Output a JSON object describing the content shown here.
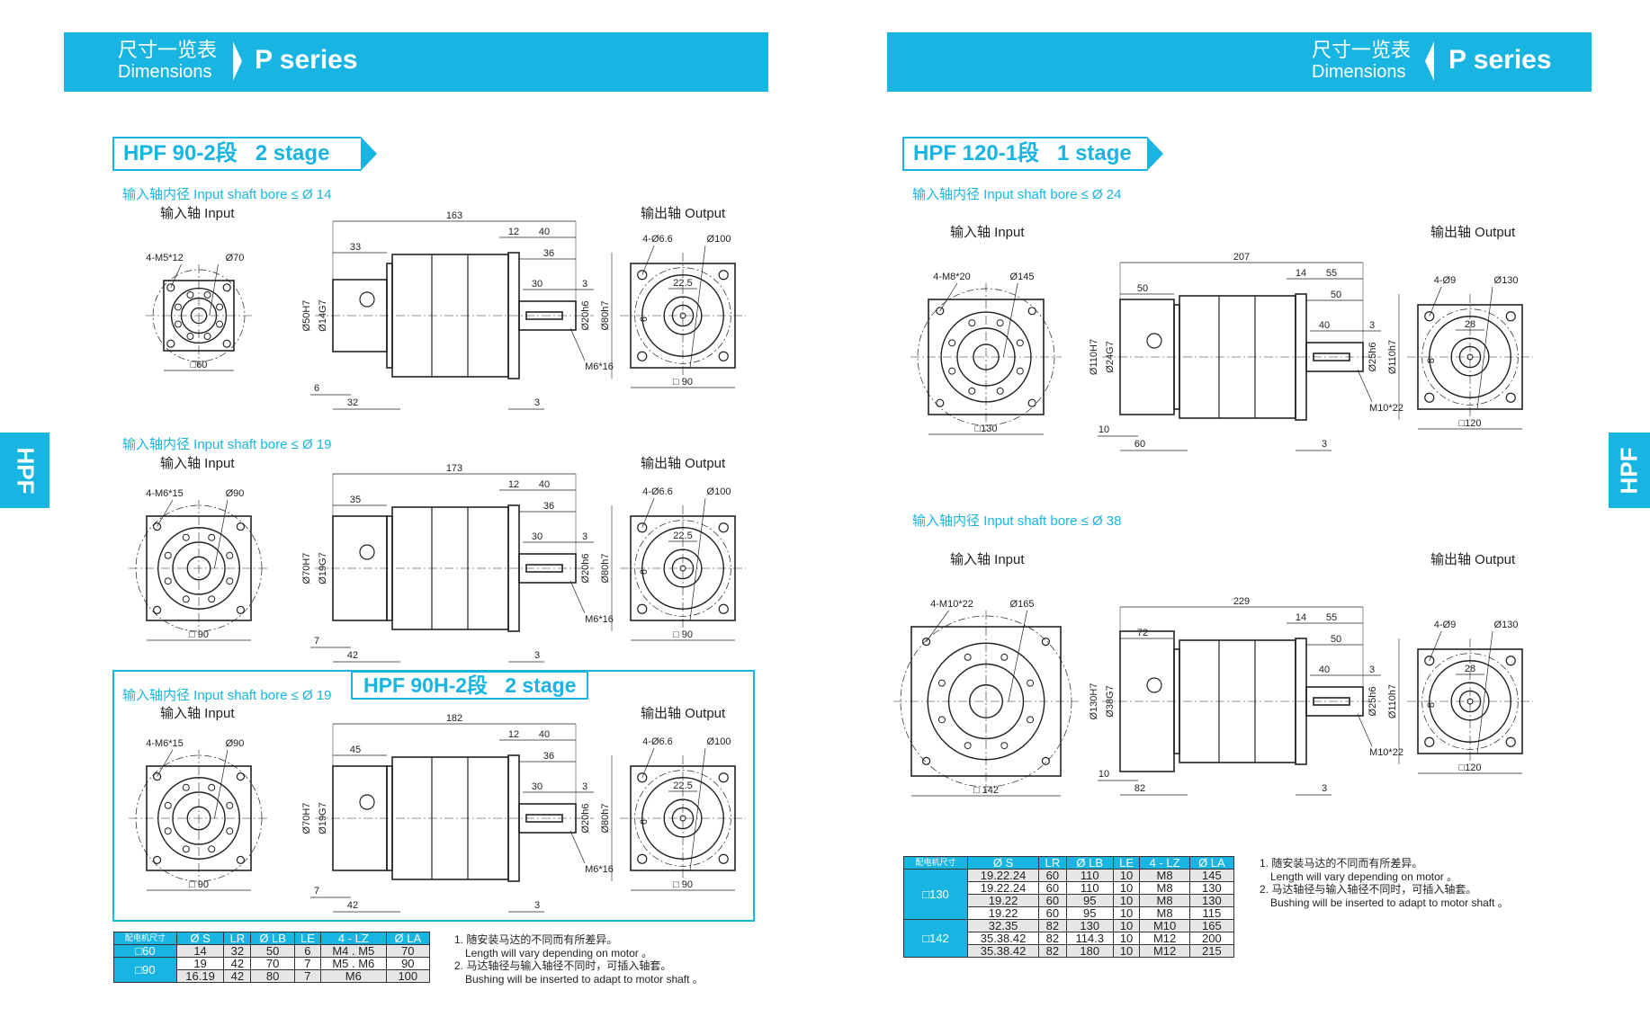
{
  "header": {
    "cn": "尺寸一览表",
    "en": "Dimensions",
    "series": "P series"
  },
  "side_tab": "HPF",
  "accent": "#19b5e2",
  "left": {
    "stage_title": "HPF 90-2段   2 stage",
    "sections": [
      {
        "bore": "输入轴内径 Input shaft bore ≤ Ø 14",
        "input": "输入轴  Input",
        "output": "输出轴  Output",
        "in": [
          "4-M5*12",
          "Ø70",
          "□60"
        ],
        "side": [
          "163",
          "33",
          "12",
          "40",
          "36",
          "30",
          "3",
          "6",
          "32",
          "3",
          "Ø50H7",
          "Ø14G7",
          "Ø20h6",
          "Ø80h7",
          "M6*16"
        ],
        "out": [
          "4-Ø6.6",
          "Ø100",
          "22.5",
          "6",
          "□ 90"
        ]
      },
      {
        "bore": "输入轴内径 Input shaft bore ≤ Ø 19",
        "input": "输入轴  Input",
        "output": "输出轴  Output",
        "in": [
          "4-M6*15",
          "Ø90",
          "□ 90"
        ],
        "side": [
          "173",
          "35",
          "12",
          "40",
          "36",
          "30",
          "3",
          "7",
          "42",
          "3",
          "Ø70H7",
          "Ø19G7",
          "Ø20h6",
          "Ø80h7",
          "M6*16"
        ],
        "out": [
          "4-Ø6.6",
          "Ø100",
          "22.5",
          "6",
          "□ 90"
        ]
      },
      {
        "stage_title": "HPF 90H-2段   2 stage",
        "bore": "输入轴内径 Input shaft bore ≤ Ø 19",
        "input": "输入轴  Input",
        "output": "输出轴  Output",
        "in": [
          "4-M6*15",
          "Ø90",
          "□ 90"
        ],
        "side": [
          "182",
          "45",
          "12",
          "40",
          "36",
          "30",
          "3",
          "7",
          "42",
          "3",
          "Ø70H7",
          "Ø19G7",
          "Ø20h6",
          "Ø80h7",
          "M6*16"
        ],
        "out": [
          "4-Ø6.6",
          "Ø100",
          "22.5",
          "6",
          "□ 90"
        ]
      }
    ],
    "table": {
      "headers": [
        "配电机尺寸",
        "Ø S",
        "LR",
        "Ø LB",
        "LE",
        "4 - LZ",
        "Ø LA"
      ],
      "groups": [
        {
          "size": "□60",
          "rows": [
            [
              "14",
              "32",
              "50",
              "6",
              "M4 . M5",
              "70"
            ]
          ]
        },
        {
          "size": "□90",
          "rows": [
            [
              "19",
              "42",
              "70",
              "7",
              "M5 . M6",
              "90"
            ],
            [
              "16.19",
              "42",
              "80",
              "7",
              "M6",
              "100"
            ]
          ]
        }
      ]
    },
    "notes": [
      "1. 随安装马达的不同而有所差异。",
      "Length will vary depending on motor 。",
      "2. 马达轴径与输入轴径不同时，可插入轴套。",
      "Bushing will be inserted to adapt to motor shaft 。"
    ]
  },
  "right": {
    "stage_title": "HPF 120-1段   1 stage",
    "sections": [
      {
        "bore": "输入轴内径 Input shaft bore ≤ Ø 24",
        "input": "输入轴  Input",
        "output": "输出轴  Output",
        "in": [
          "4-M8*20",
          "Ø145",
          "□130"
        ],
        "side": [
          "207",
          "50",
          "14",
          "55",
          "50",
          "40",
          "3",
          "10",
          "60",
          "3",
          "Ø110H7",
          "Ø24G7",
          "Ø25h6",
          "Ø110h7",
          "M10*22"
        ],
        "out": [
          "4-Ø9",
          "Ø130",
          "28",
          "8",
          "□120"
        ]
      },
      {
        "bore": "输入轴内径 Input shaft bore ≤ Ø 38",
        "input": "输入轴  Input",
        "output": "输出轴  Output",
        "in": [
          "4-M10*22",
          "Ø165",
          "□ 142"
        ],
        "side": [
          "229",
          "72",
          "14",
          "55",
          "50",
          "40",
          "3",
          "10",
          "82",
          "3",
          "Ø130H7",
          "Ø38G7",
          "Ø25h6",
          "Ø110h7",
          "M10*22"
        ],
        "out": [
          "4-Ø9",
          "Ø130",
          "28",
          "8",
          "□120"
        ]
      }
    ],
    "table": {
      "headers": [
        "配电机尺寸",
        "Ø S",
        "LR",
        "Ø LB",
        "LE",
        "4 - LZ",
        "Ø LA"
      ],
      "groups": [
        {
          "size": "□130",
          "rows": [
            [
              "19.22.24",
              "60",
              "110",
              "10",
              "M8",
              "145"
            ],
            [
              "19.22.24",
              "60",
              "110",
              "10",
              "M8",
              "130"
            ],
            [
              "19.22",
              "60",
              "95",
              "10",
              "M8",
              "130"
            ],
            [
              "19.22",
              "60",
              "95",
              "10",
              "M8",
              "115"
            ]
          ]
        },
        {
          "size": "□142",
          "rows": [
            [
              "32.35",
              "82",
              "130",
              "10",
              "M10",
              "165"
            ],
            [
              "35.38.42",
              "82",
              "114.3",
              "10",
              "M12",
              "200"
            ],
            [
              "35.38.42",
              "82",
              "180",
              "10",
              "M12",
              "215"
            ]
          ]
        }
      ]
    },
    "notes": [
      "1. 随安装马达的不同而有所差异。",
      "Length will vary depending on motor 。",
      "2. 马达轴径与输入轴径不同时，可插入轴套。",
      "Bushing will be inserted to adapt to motor shaft 。"
    ]
  }
}
